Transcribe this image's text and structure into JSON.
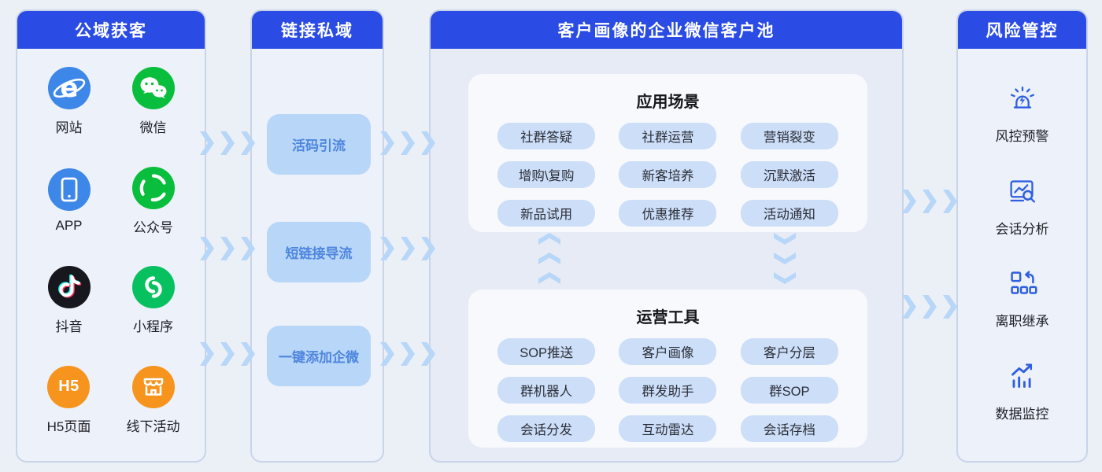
{
  "colors": {
    "page_bg": "#EBF0F7",
    "header_blue": "#2A4BE4",
    "card_bg": "#EDF1F9",
    "pool_card_bg": "#E6EBF5",
    "panel_bg": "#F7F9FD",
    "card_border": "#C9D4E9",
    "chip_bg": "#CCDEF8",
    "button_bg": "#B8D6F8",
    "button_text": "#4E86DE",
    "chevron_blue": "#B8D7F8",
    "risk_icon_stroke": "#2F5FE0",
    "ie_blue": "#3D87E9",
    "wechat_green": "#09BE3C",
    "miniprogram_green": "#07C160",
    "douyin_black": "#16181D",
    "h5_orange": "#F6941D"
  },
  "acquisition": {
    "title": "公域获客",
    "items": [
      {
        "label": "网站",
        "icon": "ie-browser-icon"
      },
      {
        "label": "微信",
        "icon": "wechat-icon"
      },
      {
        "label": "APP",
        "icon": "app-icon"
      },
      {
        "label": "公众号",
        "icon": "official-account-icon"
      },
      {
        "label": "抖音",
        "icon": "douyin-icon"
      },
      {
        "label": "小程序",
        "icon": "mini-program-icon"
      },
      {
        "label": "H5页面",
        "icon": "h5-icon",
        "icon_text": "H5"
      },
      {
        "label": "线下活动",
        "icon": "offline-store-icon"
      }
    ]
  },
  "link": {
    "title": "链接私域",
    "buttons": [
      {
        "label": "活码引流"
      },
      {
        "label": "短链接导流"
      },
      {
        "label": "一键添加企微"
      }
    ]
  },
  "pool": {
    "title": "客户画像的企业微信客户池",
    "scenarios": {
      "title": "应用场景",
      "chips": [
        "社群答疑",
        "社群运营",
        "营销裂变",
        "增购\\复购",
        "新客培养",
        "沉默激活",
        "新品试用",
        "优惠推荐",
        "活动通知"
      ]
    },
    "tools": {
      "title": "运营工具",
      "chips": [
        "SOP推送",
        "客户画像",
        "客户分层",
        "群机器人",
        "群发助手",
        "群SOP",
        "会话分发",
        "互动雷达",
        "会话存档"
      ]
    }
  },
  "risk": {
    "title": "风险管控",
    "items": [
      {
        "label": "风控预警",
        "icon": "alarm-icon"
      },
      {
        "label": "会话分析",
        "icon": "session-analysis-icon"
      },
      {
        "label": "离职继承",
        "icon": "handover-icon"
      },
      {
        "label": "数据监控",
        "icon": "data-monitor-icon"
      }
    ]
  }
}
